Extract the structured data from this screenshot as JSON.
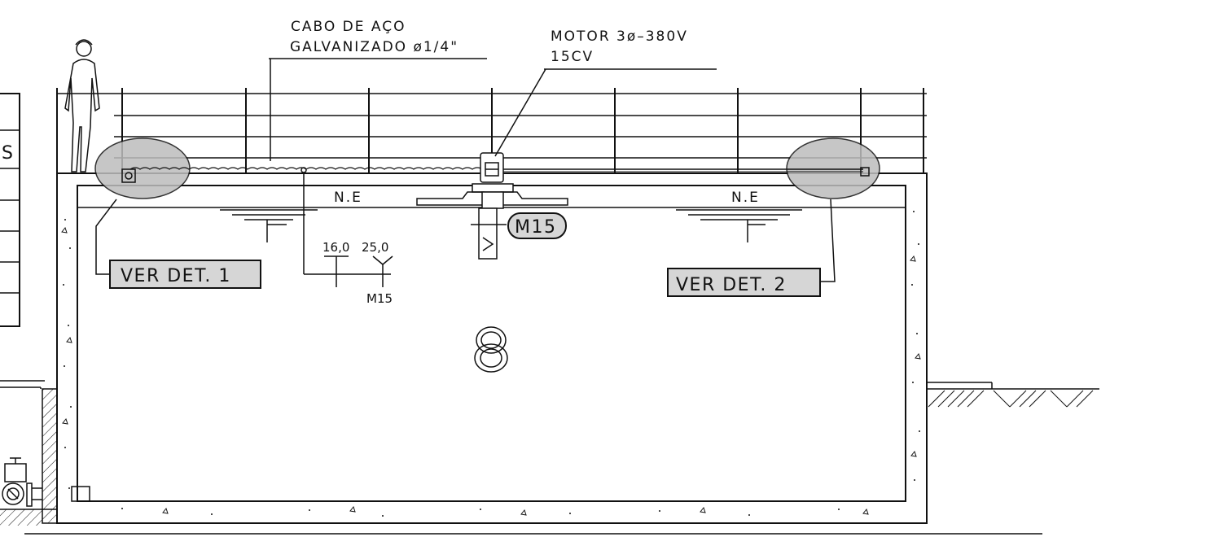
{
  "annotations": {
    "cable_line1": "CABO DE AÇO",
    "cable_line2": "GALVANIZADO ø1/4\"",
    "motor_line1": "MOTOR 3ø–380V",
    "motor_line2": "15CV",
    "ne_left": "N.E",
    "ne_right": "N.E",
    "elev_low": "16,0",
    "elev_high": "25,0",
    "elev_tag": "M15",
    "equipment_tag": "M15",
    "detail_left": "VER DET. 1",
    "detail_right": "VER DET. 2",
    "table_cut_letter": "S"
  },
  "colors": {
    "line": "#111111",
    "highlight": "#bdbdbd",
    "tag_fill": "#d6d6d6"
  }
}
